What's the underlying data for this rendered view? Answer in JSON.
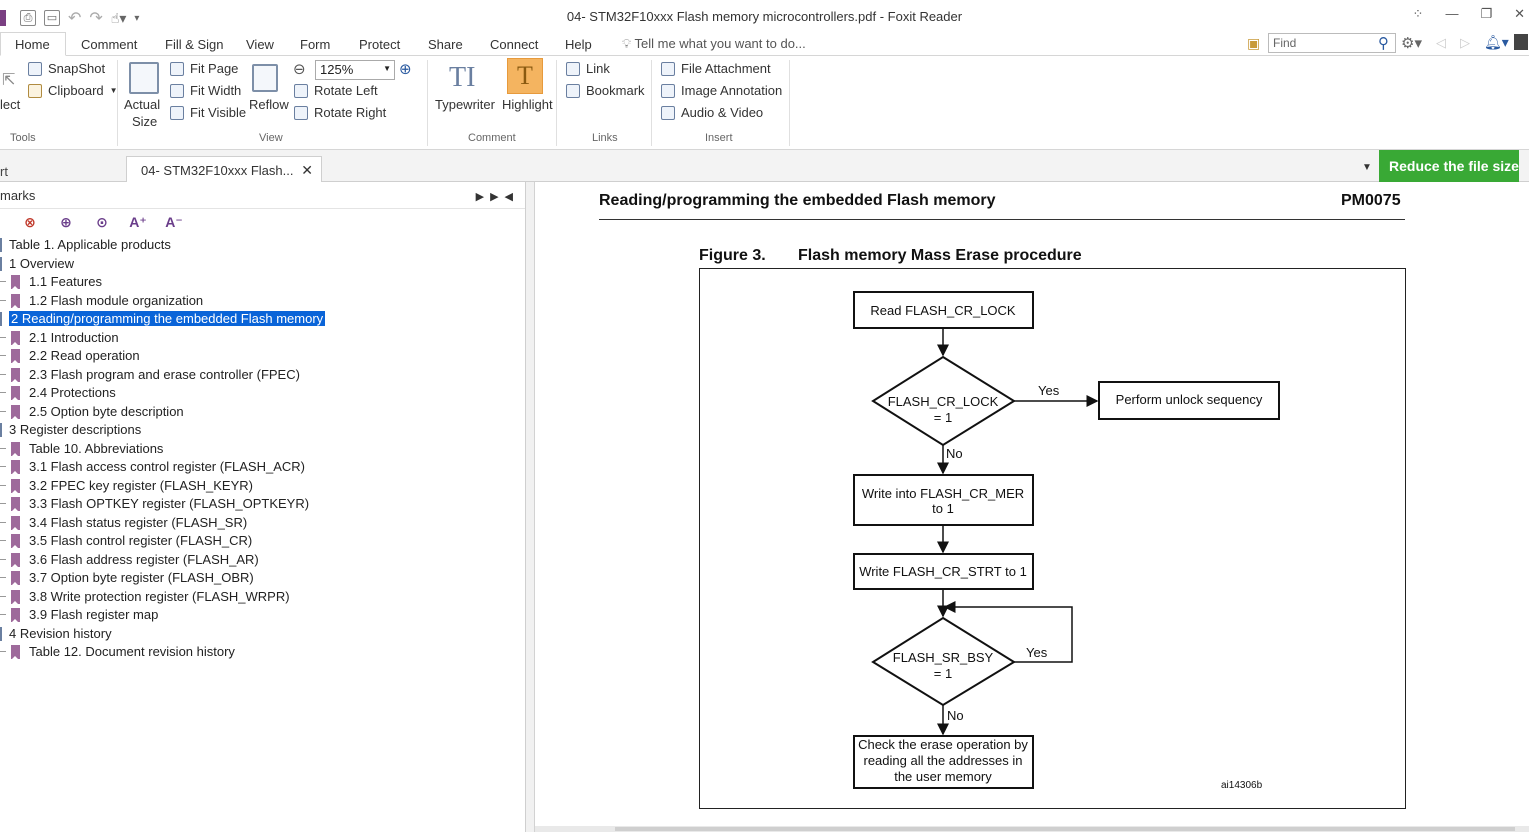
{
  "window": {
    "title": "04- STM32F10xxx Flash memory microcontrollers.pdf - Foxit Reader"
  },
  "menu": {
    "tabs": [
      "Home",
      "Comment",
      "Fill & Sign",
      "View",
      "Form",
      "Protect",
      "Share",
      "Connect",
      "Help"
    ],
    "tell_me": "Tell me what you want to do...",
    "find_placeholder": "Find"
  },
  "ribbon": {
    "tools": {
      "select": "lect",
      "snapshot": "SnapShot",
      "clipboard": "Clipboard",
      "label": "Tools"
    },
    "view": {
      "actual_size_1": "Actual",
      "actual_size_2": "Size",
      "fit_page": "Fit Page",
      "fit_width": "Fit Width",
      "fit_visible": "Fit Visible",
      "reflow": "Reflow",
      "zoom": "125%",
      "rotate_left": "Rotate Left",
      "rotate_right": "Rotate Right",
      "label": "View"
    },
    "comment": {
      "typewriter": "Typewriter",
      "highlight": "Highlight",
      "label": "Comment"
    },
    "links": {
      "link": "Link",
      "bookmark": "Bookmark",
      "label": "Links"
    },
    "insert": {
      "file_attachment": "File Attachment",
      "image_annotation": "Image Annotation",
      "audio_video": "Audio & Video",
      "label": "Insert"
    }
  },
  "doctabs": {
    "prev_tab": "rt",
    "active_tab": "04- STM32F10xxx Flash...",
    "reduce_button": "Reduce the file size"
  },
  "sidebar": {
    "header": "marks",
    "items": [
      {
        "label": "Table 1. Applicable products",
        "level": 0
      },
      {
        "label": "1 Overview",
        "level": 0
      },
      {
        "label": "1.1 Features",
        "level": 1
      },
      {
        "label": "1.2 Flash module organization",
        "level": 1
      },
      {
        "label": "2 Reading/programming the embedded Flash memory",
        "level": 0,
        "selected": true
      },
      {
        "label": "2.1 Introduction",
        "level": 1
      },
      {
        "label": "2.2 Read operation",
        "level": 1
      },
      {
        "label": "2.3 Flash program and erase controller (FPEC)",
        "level": 1
      },
      {
        "label": "2.4 Protections",
        "level": 1
      },
      {
        "label": "2.5 Option byte description",
        "level": 1
      },
      {
        "label": "3 Register descriptions",
        "level": 0
      },
      {
        "label": "Table 10. Abbreviations",
        "level": 1
      },
      {
        "label": "3.1 Flash access control register (FLASH_ACR)",
        "level": 1
      },
      {
        "label": "3.2 FPEC key register (FLASH_KEYR)",
        "level": 1
      },
      {
        "label": "3.3 Flash OPTKEY register (FLASH_OPTKEYR)",
        "level": 1
      },
      {
        "label": "3.4 Flash status register (FLASH_SR)",
        "level": 1
      },
      {
        "label": "3.5 Flash control register (FLASH_CR)",
        "level": 1
      },
      {
        "label": "3.6 Flash address register (FLASH_AR)",
        "level": 1
      },
      {
        "label": "3.7 Option byte register (FLASH_OBR)",
        "level": 1
      },
      {
        "label": "3.8 Write protection register (FLASH_WRPR)",
        "level": 1
      },
      {
        "label": "3.9 Flash register map",
        "level": 1
      },
      {
        "label": "4 Revision history",
        "level": 0
      },
      {
        "label": "Table 12. Document revision history",
        "level": 1
      }
    ]
  },
  "page": {
    "section_title": "Reading/programming the embedded Flash memory",
    "doc_code": "PM0075",
    "figure_number": "Figure 3.",
    "figure_title": "Flash memory Mass Erase procedure",
    "flow": {
      "read_lock": "Read FLASH_CR_LOCK",
      "lock_check_1": "FLASH_CR_LOCK",
      "lock_check_2": "= 1",
      "yes1": "Yes",
      "unlock": "Perform unlock sequency",
      "no1": "No",
      "write_mer_1": "Write into FLASH_CR_MER",
      "write_mer_2": "to 1",
      "write_strt": "Write FLASH_CR_STRT to 1",
      "bsy_check_1": "FLASH_SR_BSY",
      "bsy_check_2": "= 1",
      "yes2": "Yes",
      "no2": "No",
      "check_1": "Check the erase operation by",
      "check_2": "reading all the addresses in",
      "check_3": "the user memory",
      "fig_id": "ai14306b"
    }
  }
}
